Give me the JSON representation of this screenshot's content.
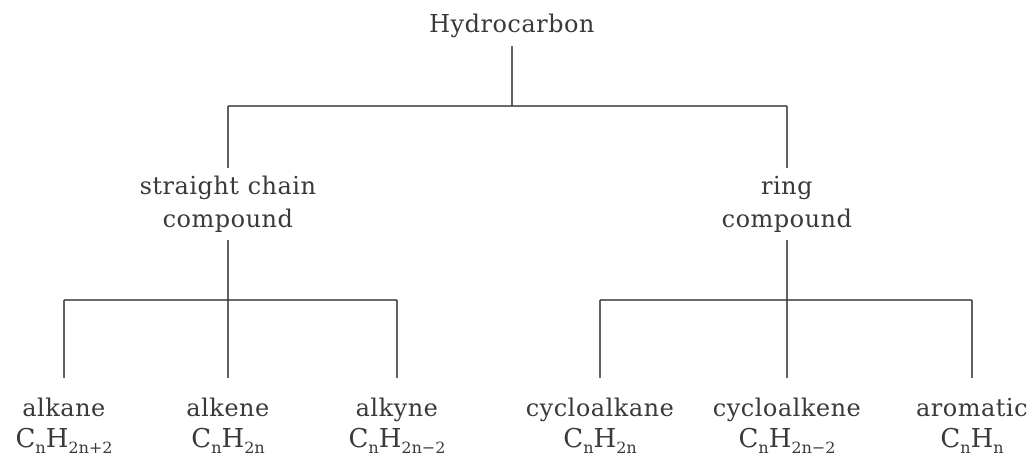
{
  "root": {
    "label": "Hydrocarbon"
  },
  "branches": [
    {
      "line1": "straight chain",
      "line2": "compound"
    },
    {
      "line1": "ring",
      "line2": "compound"
    }
  ],
  "leaves": [
    {
      "name": "alkane",
      "c": "C",
      "c_sub": "n",
      "h": "H",
      "h_sub": "2n+2"
    },
    {
      "name": "alkene",
      "c": "C",
      "c_sub": "n",
      "h": "H",
      "h_sub": "2n"
    },
    {
      "name": "alkyne",
      "c": "C",
      "c_sub": "n",
      "h": "H",
      "h_sub": "2n−2"
    },
    {
      "name": "cycloalkane",
      "c": "C",
      "c_sub": "n",
      "h": "H",
      "h_sub": "2n"
    },
    {
      "name": "cycloalkene",
      "c": "C",
      "c_sub": "n",
      "h": "H",
      "h_sub": "2n−2"
    },
    {
      "name": "aromatic",
      "c": "C",
      "c_sub": "n",
      "h": "H",
      "h_sub": "n"
    }
  ]
}
